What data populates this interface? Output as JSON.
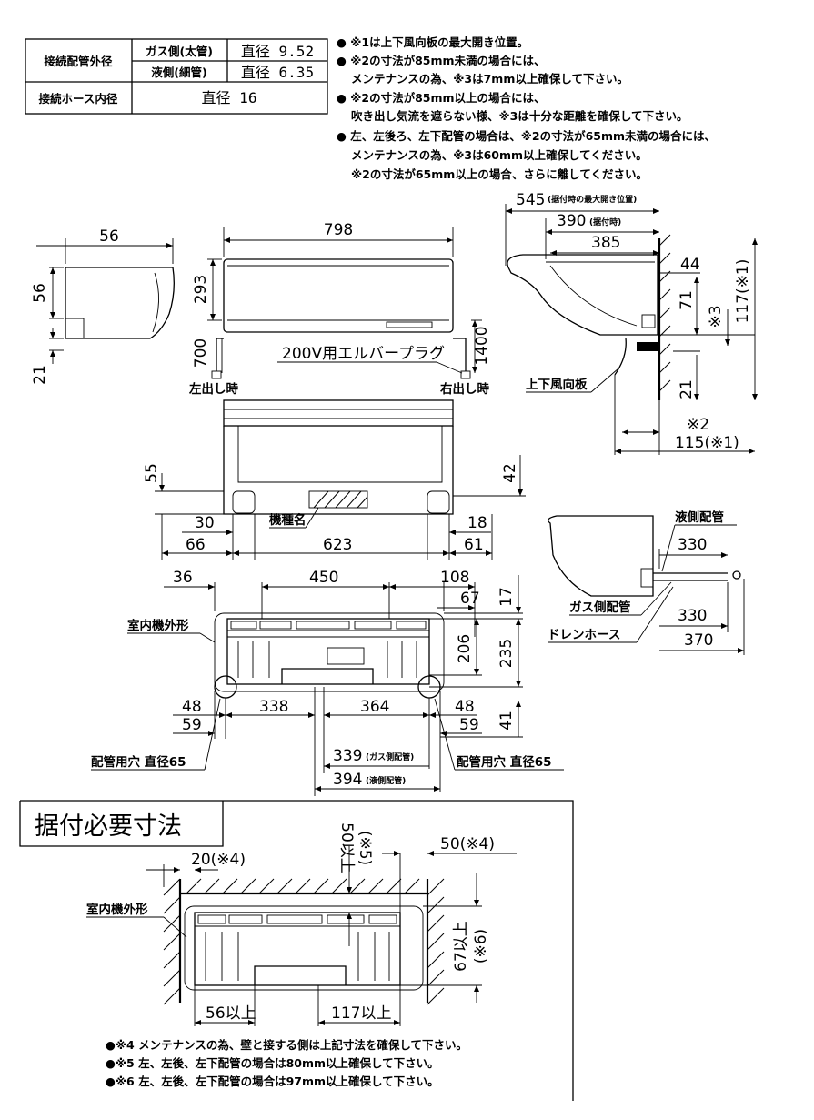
{
  "spec_table": {
    "row1_head": "接続配管外径",
    "gas_label": "ガス側(太管)",
    "gas_value": "直径 9.52",
    "liquid_label": "液側(細管)",
    "liquid_value": "直径 6.35",
    "row2_head": "接続ホース内径",
    "hose_value": "直径 16"
  },
  "notes_top": {
    "n1": "● ※1は上下風向板の最大開き位置。",
    "n2a": "● ※2の寸法が85mm未満の場合には、",
    "n2b": "メンテナンスの為、※3は7mm以上確保して下さい。",
    "n3a": "● ※2の寸法が85mm以上の場合には、",
    "n3b": "吹き出し気流を遮らない様、※3は十分な距離を確保して下さい。",
    "n4a": "● 左、左後ろ、左下配管の場合は、※2の寸法が65mm未満の場合には、",
    "n4b": "メンテナンスの為、※3は60mm以上確保してください。",
    "n4c": "※2の寸法が65mm以上の場合、さらに離してください。"
  },
  "side_left": {
    "d_width": "56",
    "d_height": "56",
    "d_bottom": "21"
  },
  "front": {
    "d_width": "798",
    "d_height": "293",
    "d_left_cord": "700",
    "d_right_cord": "1400",
    "plug_label": "200V用エルバープラグ",
    "left_out": "左出し時",
    "right_out": "右出し時"
  },
  "side_right": {
    "d_545": "545",
    "d_545_note": "(据付時の最大開き位置)",
    "d_390": "390",
    "d_390_note": "(据付時)",
    "d_385": "385",
    "d_44": "44",
    "d_71": "71",
    "d_star3": "※3",
    "d_117": "117(※1)",
    "d_21": "21",
    "d_star2": "※2",
    "d_115": "115(※1)",
    "louver_label": "上下風向板"
  },
  "bottom_view": {
    "d_55": "55",
    "d_42": "42",
    "d_30": "30",
    "d_18": "18",
    "d_66": "66",
    "d_623": "623",
    "d_61": "61",
    "model_label": "機種名"
  },
  "piping_view": {
    "liquid_pipe": "液側配管",
    "d_330a": "330",
    "gas_pipe": "ガス側配管",
    "d_330b": "330",
    "drain_hose": "ドレンホース",
    "d_370": "370"
  },
  "back_view": {
    "d_36": "36",
    "d_450": "450",
    "d_108": "108",
    "d_67": "67",
    "d_17": "17",
    "outline_label": "室内機外形",
    "d_206": "206",
    "d_235": "235",
    "d_48a": "48",
    "d_338": "338",
    "d_364": "364",
    "d_48b": "48",
    "d_59a": "59",
    "d_59b": "59",
    "d_41": "41",
    "hole_left": "配管用穴 直径65",
    "hole_right": "配管用穴 直径65",
    "d_339": "339",
    "d_339_note": "(ガス側配管)",
    "d_394": "394",
    "d_394_note": "(液側配管)"
  },
  "install": {
    "title": "据付必要寸法",
    "d_20": "20(※4)",
    "d_50top": "50以上",
    "d_50top_note": "(※5)",
    "d_50r": "50(※4)",
    "outline_label": "室内機外形",
    "d_67": "67以上",
    "d_67_note": "(※6)",
    "d_56": "56以上",
    "d_117": "117以上",
    "note4": "●※4 メンテナンスの為、壁と接する側は上記寸法を確保して下さい。",
    "note5": "●※5 左、左後、左下配管の場合は80mm以上確保して下さい。",
    "note6": "●※6 左、左後、左下配管の場合は97mm以上確保して下さい。"
  }
}
